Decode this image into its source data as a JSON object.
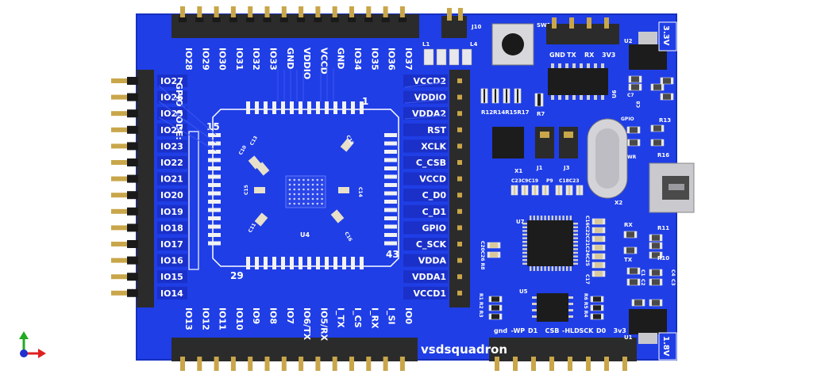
{
  "board": {
    "brand": "vsdsquadron",
    "gpio_code": "GPIO CODE:",
    "chip_ref": "U4",
    "chip_pins": [
      "1",
      "15",
      "29",
      "43"
    ]
  },
  "top_header": [
    "IO28",
    "IO29",
    "IO30",
    "IO31",
    "IO32",
    "IO33",
    "GND",
    "VDDIO",
    "VCCD",
    "GND",
    "IO34",
    "IO35",
    "IO36",
    "IO37"
  ],
  "left_header": [
    "IO27",
    "IO26",
    "IO25",
    "IO24",
    "IO23",
    "IO22",
    "IO21",
    "IO20",
    "IO19",
    "IO18",
    "IO17",
    "IO16",
    "IO15",
    "IO14"
  ],
  "right_header": [
    "VCCD2",
    "VDDIO",
    "VDDA2",
    "RST",
    "XCLK",
    "C_CSB",
    "VCCD",
    "C_D0",
    "C_D1",
    "GPIO",
    "C_SCK",
    "VDDA",
    "VDDA1",
    "VCCD1"
  ],
  "bottom_header": [
    "IO13",
    "IO12",
    "IO11",
    "IO10",
    "IO9",
    "IO8",
    "IO7",
    "IO6/TX",
    "IO5/RX",
    "I_TX",
    "I_CS",
    "I_RX",
    "I_SI",
    "IO0"
  ],
  "uart_header": [
    "GND",
    "TX",
    "RX",
    "3V3"
  ],
  "spi_header": [
    "gnd",
    "-WP",
    "D1",
    "CSB",
    "-HLD",
    "SCK",
    "D0",
    "3v3"
  ],
  "side_labels": {
    "top_right": "3.3V",
    "bottom_right": "1.8V"
  },
  "silkscreen": {
    "j10": "J10",
    "l1": "L1",
    "l4": "L4",
    "sw1": "SW1",
    "u2": "U2",
    "u1": "U1",
    "u5": "U5",
    "u6": "U6",
    "u7": "U7",
    "x1": "X1",
    "x2": "X2",
    "j1": "J1",
    "j3": "J3",
    "r_group": "R12R14R15R17",
    "r7": "R7",
    "r13": "R13",
    "r16": "R16",
    "r11": "R11",
    "r10": "R10",
    "c7": "C7",
    "c8": "C8",
    "c4": "C4",
    "c3": "C3",
    "c1": "C1",
    "c2": "C2",
    "gpio": "GPIO",
    "wr": "WR",
    "rx": "RX",
    "tx": "TX",
    "c_row1": "C23C9C19",
    "p9": "P9",
    "c_row2": "C18C23",
    "c_col": "C16C22C21C24C25",
    "c17": "C17",
    "c_left": "C20C26 R8",
    "r_left": "R1 R2 R3",
    "r_right": "R6 R5 R4",
    "c10": "C10",
    "c13": "C13",
    "c12": "C12",
    "c15": "C15",
    "c14": "C14",
    "c11": "C11",
    "c16": "C16"
  },
  "colors": {
    "pcb": "#1f3ee6",
    "pcb_dark": "#1533c4",
    "header": "#2b2b2b",
    "pin": "#c9a64a",
    "silk": "#ffffff"
  }
}
